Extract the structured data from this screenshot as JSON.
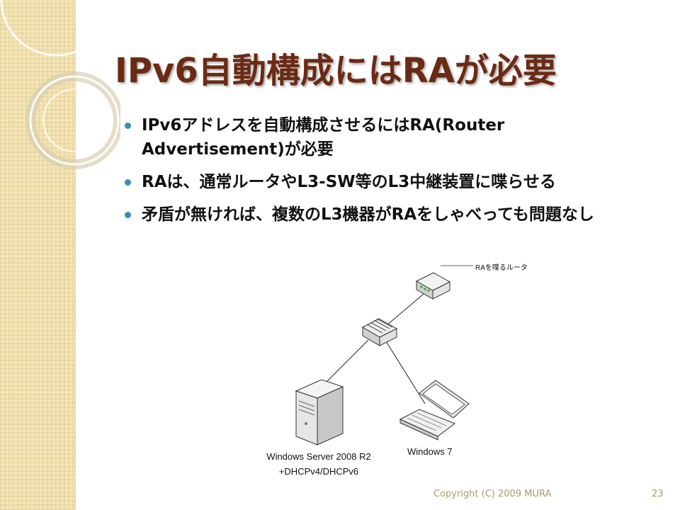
{
  "slide": {
    "title": "IPv6自動構成にはRAが必要",
    "bullets": [
      "IPv6アドレスを自動構成させるにはRA(Router Advertisement)が必要",
      "RAは、通常ルータやL3-SW等のL3中継装置に喋らせる",
      "矛盾が無ければ、複数のL3機器がRAをしゃべっても問題なし"
    ]
  },
  "diagram": {
    "router_label": "RAを喋るルータ",
    "server_label_line1": "Windows Server 2008 R2",
    "server_label_line2": "+DHCPv4/DHCPv6",
    "laptop_label": "Windows 7"
  },
  "footer": {
    "copyright": "Copyright (C) 2009 MURA",
    "page_number": "23"
  },
  "colors": {
    "title": "#6b2a14",
    "bullet": "#3c8fb0",
    "side_band": "#f4e6b8",
    "footer": "#a89a6a"
  }
}
